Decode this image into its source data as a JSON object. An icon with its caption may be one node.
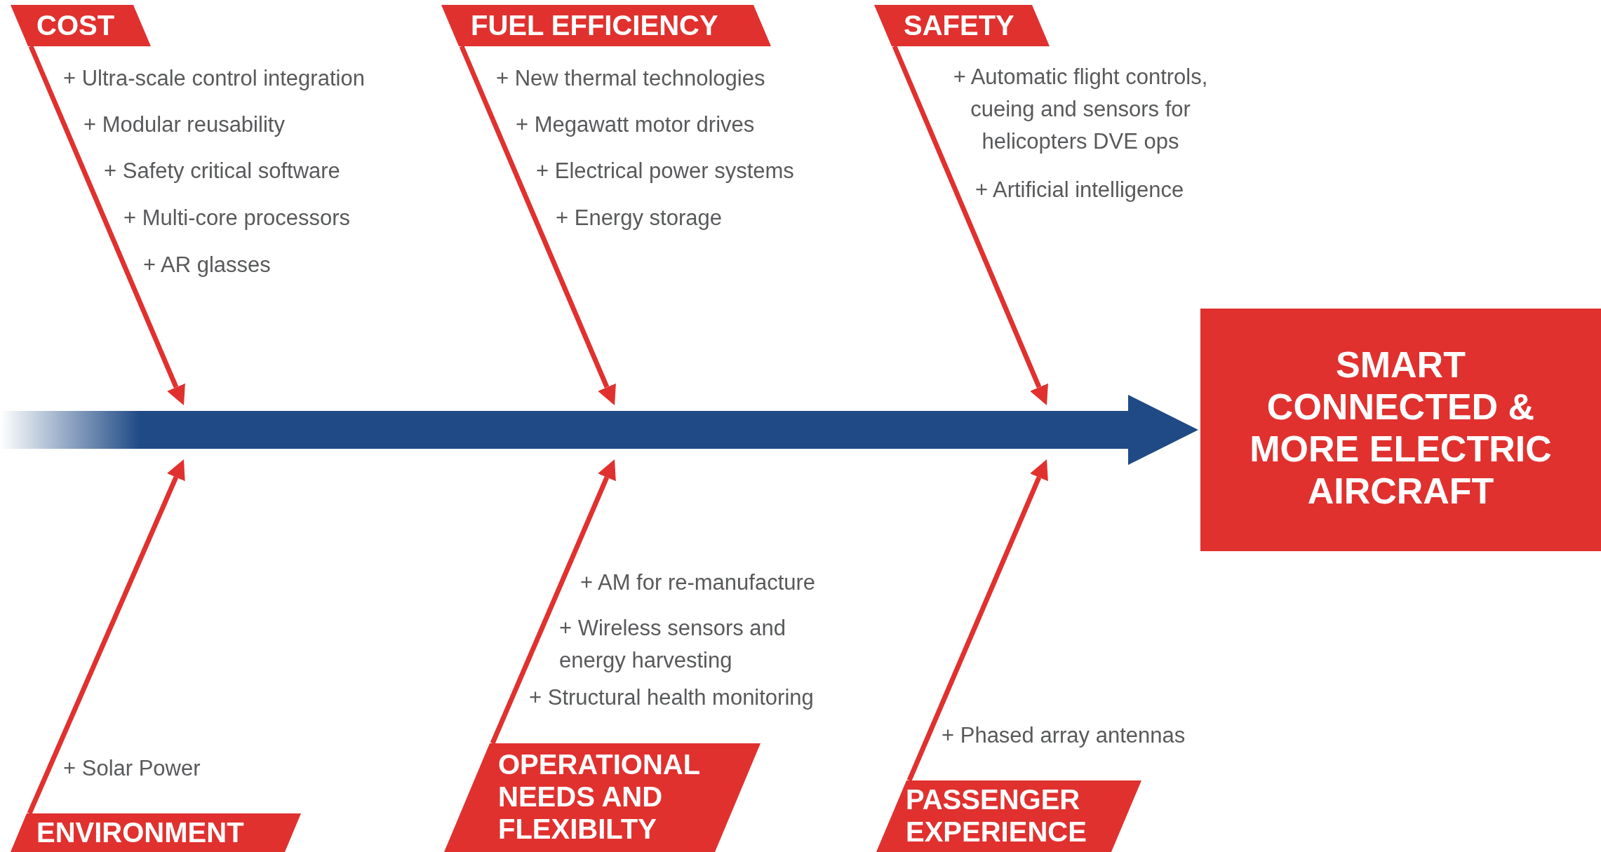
{
  "diagram": {
    "nodes": [
      {
        "text": [
          "COST"
        ],
        "beside": [
          "+ Ultra-scale control integration",
          "+ Modular reusability",
          "+ Safety critical software",
          "+ Multi-core processors",
          "+ AR glasses"
        ]
      },
      {
        "text": [
          "FUEL EFFICIENCY"
        ],
        "beside": [
          "+ New thermal technologies",
          "+ Megawatt motor drives",
          "+ Electrical power systems",
          "+ Energy storage"
        ]
      },
      {
        "text": [
          "SAFETY"
        ],
        "beside": [
          "+ Automatic flight controls, cueing and sensors for helicopters DVE ops",
          "+ Artificial intelligence"
        ]
      },
      {
        "text": [
          "SMART CONNECTED & MORE ELECTRIC AIRCRAFT"
        ]
      },
      {
        "text": [
          "ENVIRONMENT"
        ],
        "beside": [
          "+ Solar Power"
        ]
      },
      {
        "text": [
          "OPERATIONAL NEEDS AND FLEXIBILTY"
        ],
        "beside": [
          "+ AM for re-manufacture",
          "+ Wireless sensors and energy harvesting",
          "+ Structural health monitoring"
        ]
      },
      {
        "text": [
          "PASSENGER EXPERIENCE"
        ],
        "beside": [
          "+ Phased array antennas"
        ]
      }
    ],
    "edges": [
      {
        "from": 0,
        "to": null,
        "arrow": "to"
      },
      {
        "from": 1,
        "to": null,
        "arrow": "to"
      },
      {
        "from": 2,
        "to": null,
        "arrow": "to"
      },
      {
        "from": null,
        "to": 3,
        "arrow": "to",
        "style": "thick",
        "color": "#1f4a85"
      },
      {
        "from": 4,
        "to": null,
        "arrow": "to"
      },
      {
        "from": 5,
        "to": null,
        "arrow": "to"
      },
      {
        "from": 6,
        "to": null,
        "arrow": "to"
      }
    ]
  }
}
